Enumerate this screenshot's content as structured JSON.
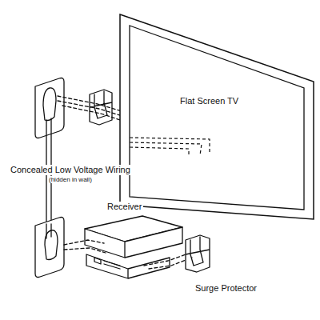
{
  "diagram": {
    "nodes": [
      {
        "text": [
          "Flat Screen TV"
        ]
      }
    ],
    "labels": [
      "Concealed Low Voltage Wiring",
      "(hidden in wall)",
      "Receiver",
      "Surge Protector"
    ]
  }
}
